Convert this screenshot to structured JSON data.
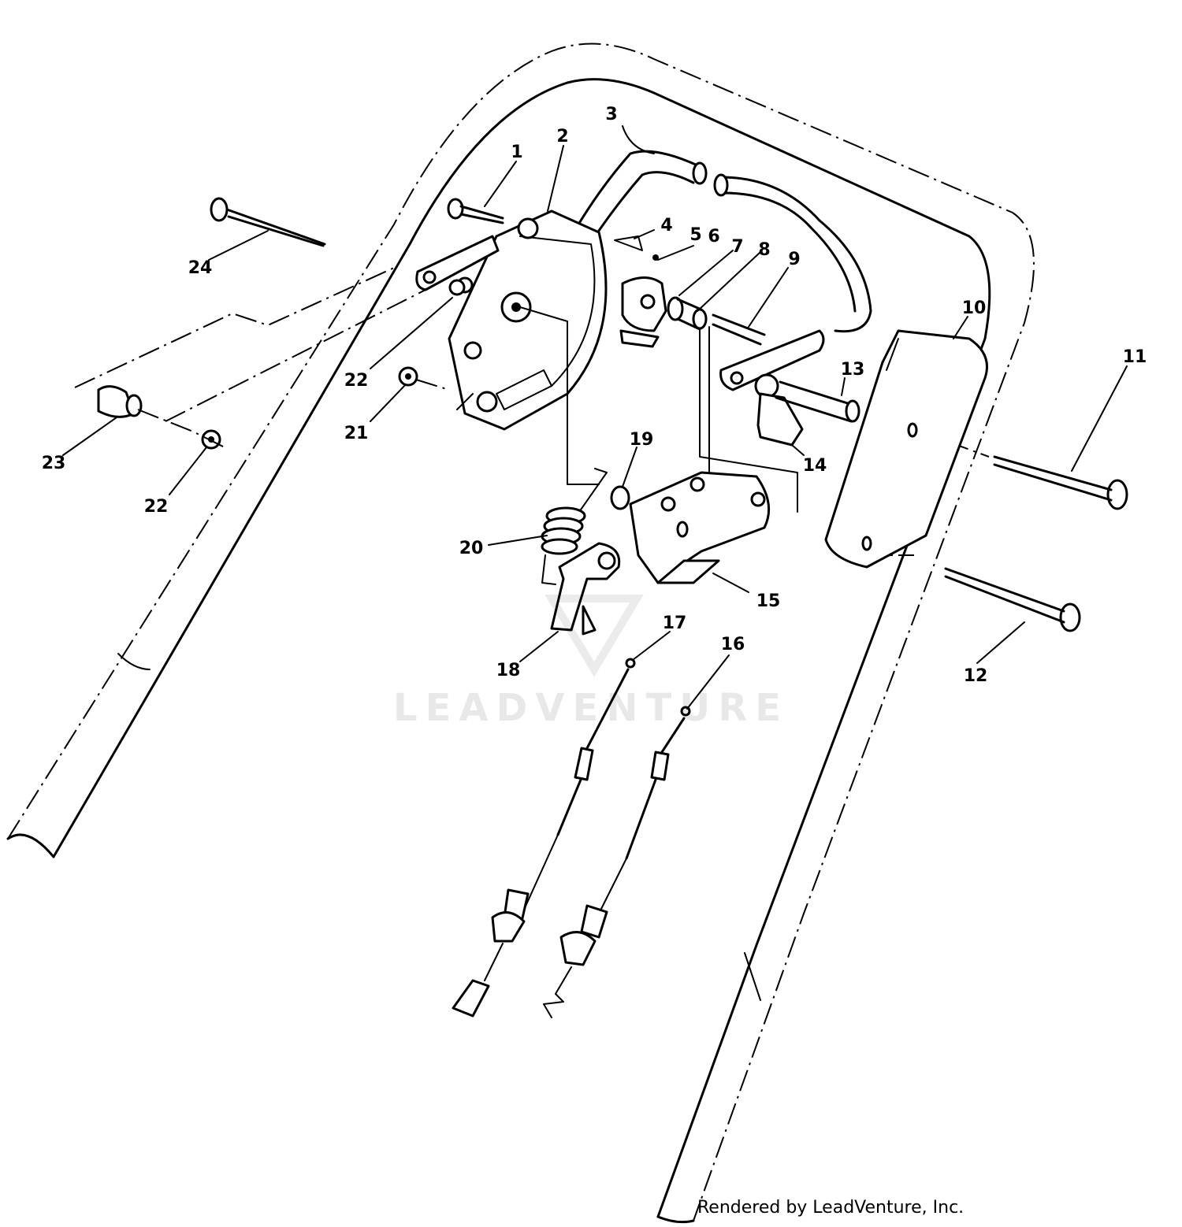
{
  "diagram": {
    "watermark": "LEADVENTURE",
    "credit": "Rendered by LeadVenture, Inc.",
    "callouts": {
      "c1": "1",
      "c2": "2",
      "c3": "3",
      "c4": "4",
      "c5": "5",
      "c6": "6",
      "c7": "7",
      "c8": "8",
      "c9": "9",
      "c10": "10",
      "c11": "11",
      "c12": "12",
      "c13": "13",
      "c14": "14",
      "c15": "15",
      "c16": "16",
      "c17": "17",
      "c18": "18",
      "c19": "19",
      "c20": "20",
      "c21": "21",
      "c22a": "22",
      "c22b": "22",
      "c23": "23",
      "c24": "24"
    }
  }
}
